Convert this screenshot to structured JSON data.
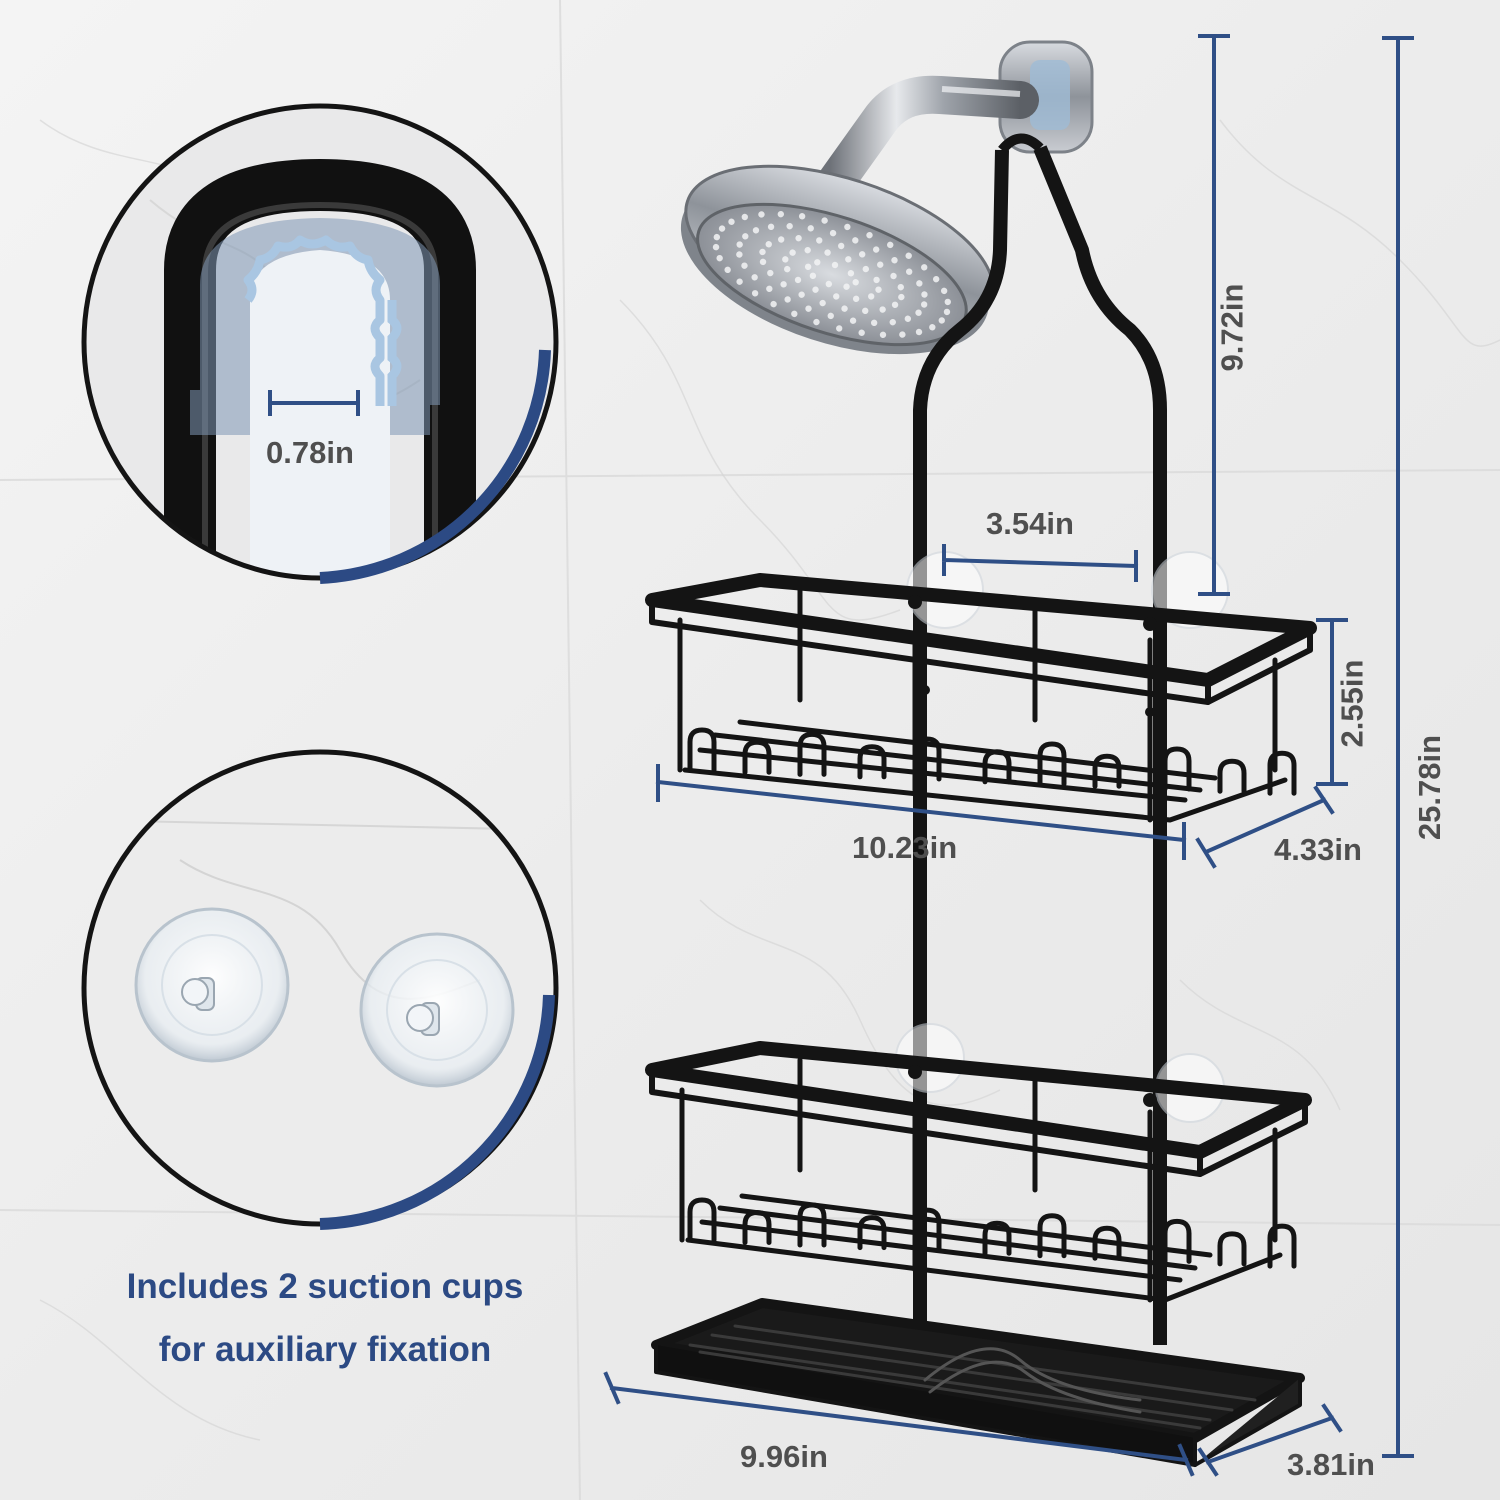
{
  "colors": {
    "accent_navy": "#2c4a84",
    "dimension_line": "#2f4f86",
    "label_gray": "#4f4f4f",
    "rack_black": "#141414",
    "wall_marble": "#eeeeee"
  },
  "dimensions": {
    "gap_width": "0.78in",
    "hook_height": "9.72in",
    "rod_spacing": "3.54in",
    "basket_height": "2.55in",
    "total_height": "25.78in",
    "basket_width": "10.23in",
    "basket_depth": "4.33in",
    "tray_width": "9.96in",
    "tray_depth": "3.81in"
  },
  "caption": {
    "line1": "Includes 2 suction cups",
    "line2": "for auxiliary fixation"
  },
  "icons": {
    "hook_detail": "hook-closeup-icon",
    "suction_cups": "suction-cup-icon"
  }
}
